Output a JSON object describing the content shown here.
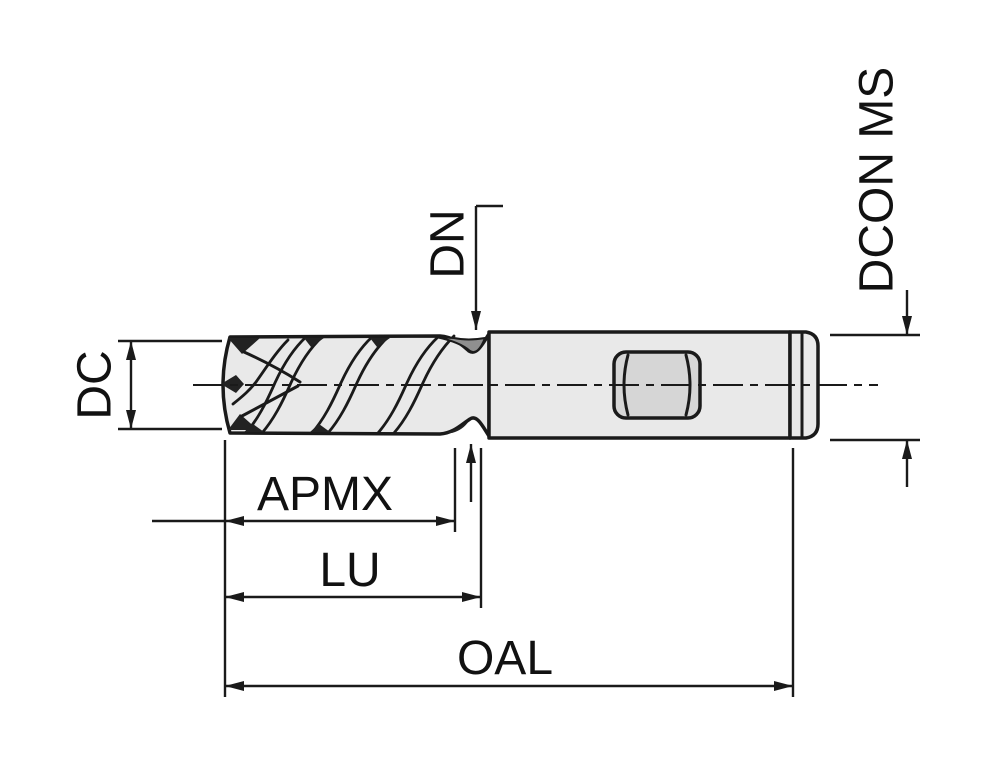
{
  "diagram": {
    "labels": {
      "dc": "DC",
      "dn": "DN",
      "dcon_ms": "DCON MS",
      "apmx": "APMX",
      "lu": "LU",
      "oal": "OAL"
    },
    "colors": {
      "line": "#1a1a1a",
      "body_fill": "#e9e9e9",
      "flat_fill": "#d6d6d6",
      "background": "#ffffff",
      "text": "#111111"
    }
  }
}
